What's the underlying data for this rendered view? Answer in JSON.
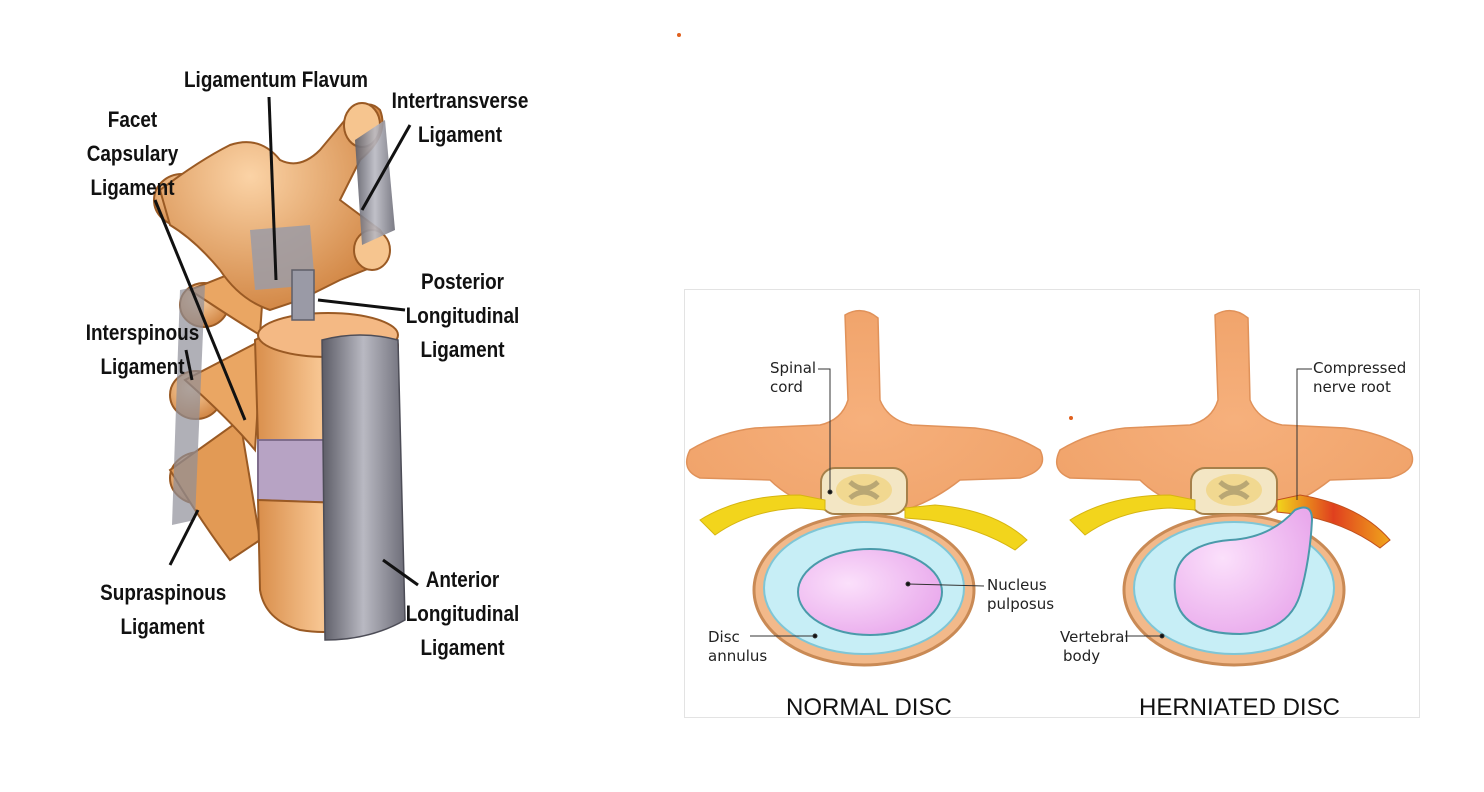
{
  "spine": {
    "ligamentum_flavum": "Ligamentum Flavum",
    "facet_capsulary": [
      "Facet",
      "Capsulary",
      "Ligament"
    ],
    "intertransverse": [
      "Intertransverse",
      "Ligament"
    ],
    "posterior_longitudinal": [
      "Posterior",
      "Longitudinal",
      "Ligament"
    ],
    "interspinous": [
      "Interspinous",
      "Ligament"
    ],
    "supraspinous": [
      "Supraspinous",
      "Ligament"
    ],
    "anterior_longitudinal": [
      "Anterior",
      "Longitudinal",
      "Ligament"
    ]
  },
  "disc": {
    "spinal_cord": [
      "Spinal",
      "cord"
    ],
    "nucleus_pulposus": [
      "Nucleus",
      "pulposus"
    ],
    "disc_annulus": [
      "Disc",
      "annulus"
    ],
    "compressed_nerve_root": [
      "Compressed",
      "nerve root"
    ],
    "vertebral_body": [
      "Vertebral",
      "body"
    ],
    "normal_caption": "NORMAL DISC",
    "herniated_caption": "HERNIATED DISC"
  },
  "colors": {
    "bone": "#f2b57a",
    "bone_dark": "#c47a3a",
    "ligament_gray": "#8e8e96",
    "disc_purple": "#b7a3c4",
    "annulus_blue": "#bfe9f2",
    "nucleus_pink": "#efb9ef",
    "nerve_yellow": "#f2d51c",
    "inflamed_red": "#e0401e"
  }
}
